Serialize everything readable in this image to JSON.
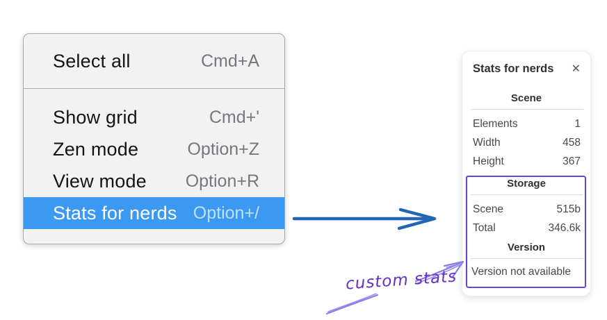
{
  "context_menu": {
    "items": [
      {
        "label": "Select all",
        "shortcut": "Cmd+A",
        "selected": false
      },
      {
        "label": "Show grid",
        "shortcut": "Cmd+'",
        "selected": false
      },
      {
        "label": "Zen mode",
        "shortcut": "Option+Z",
        "selected": false
      },
      {
        "label": "View mode",
        "shortcut": "Option+R",
        "selected": false
      },
      {
        "label": "Stats for nerds",
        "shortcut": "Option+/",
        "selected": true
      }
    ],
    "highlight_color": "#3b99f1"
  },
  "stats_panel": {
    "title": "Stats for nerds",
    "close_icon": "✕",
    "sections": [
      {
        "heading": "Scene",
        "rows": [
          {
            "label": "Elements",
            "value": "1"
          },
          {
            "label": "Width",
            "value": "458"
          },
          {
            "label": "Height",
            "value": "367"
          }
        ]
      },
      {
        "heading": "Storage",
        "rows": [
          {
            "label": "Scene",
            "value": "515b"
          },
          {
            "label": "Total",
            "value": "346.6k"
          }
        ]
      },
      {
        "heading": "Version",
        "note": "Version not available"
      }
    ]
  },
  "annotation": {
    "label": "custom stats",
    "text_color": "#6430c9",
    "box_color": "#6741d9",
    "arrow_color": "#8b7de8"
  },
  "flow_arrow": {
    "color": "#2166b1"
  }
}
